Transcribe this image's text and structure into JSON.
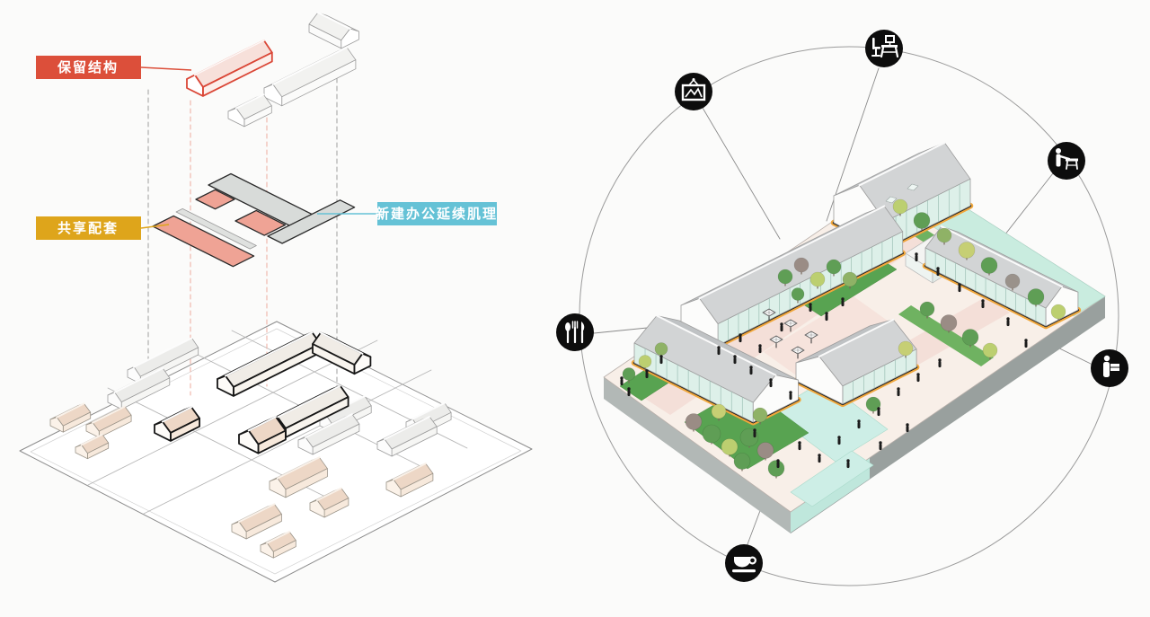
{
  "background": "#fbfbfa",
  "exploded_diagram": {
    "callouts": [
      {
        "label": "保留结构",
        "box_color": "#dc4f3a",
        "text_color": "#ffffff"
      },
      {
        "label": "共享配套",
        "box_color": "#dea51b",
        "text_color": "#ffffff"
      },
      {
        "label": "新建办公延续肌理",
        "box_color": "#65c2d6",
        "text_color": "#ffffff"
      }
    ]
  },
  "site_diagram": {
    "amenity_icons": [
      {
        "name": "gallery-icon",
        "depicts": "framed mountain picture"
      },
      {
        "name": "workstation-icon",
        "depicts": "desk with chair and monitor"
      },
      {
        "name": "workbench-icon",
        "depicts": "person at work table"
      },
      {
        "name": "restaurant-icon",
        "depicts": "spoon fork and knife"
      },
      {
        "name": "service-counter-icon",
        "depicts": "person holding a box"
      },
      {
        "name": "cafe-icon",
        "depicts": "coffee cup on saucer"
      }
    ],
    "colors": {
      "footprint_highlight": "#f0a73c",
      "outline": "#161616",
      "water": "#c9ecdf",
      "lawn": "#58a351",
      "paving": "#f8efe8",
      "icon_background": "#0d0d0d"
    }
  }
}
